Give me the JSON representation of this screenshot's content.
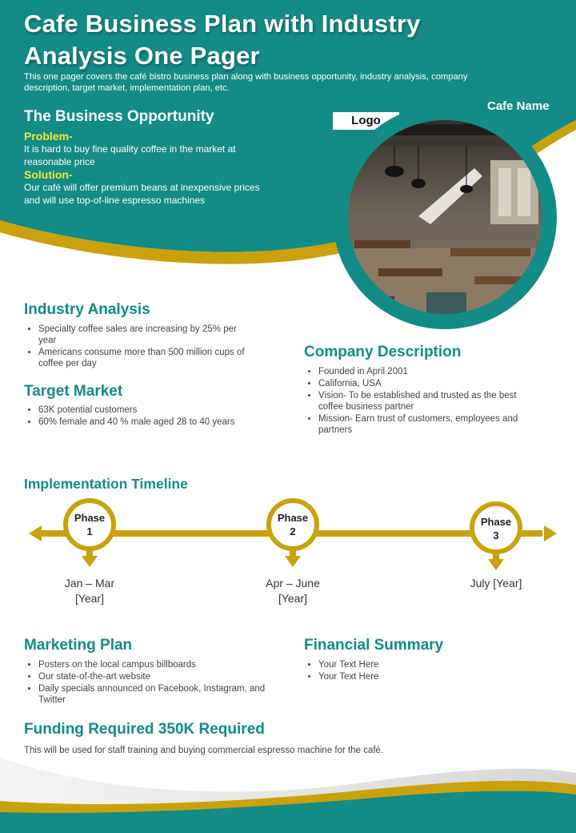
{
  "header": {
    "title_line1": "Cafe Business Plan with Industry",
    "title_line2": "Analysis One Pager",
    "subtitle_line1": "This one pager covers the café bistro business plan along with business opportunity, industry analysis, company",
    "subtitle_line2": "description, target market, implementation plan, etc."
  },
  "colors": {
    "teal": "#138b86",
    "gold": "#c9a10a",
    "yellow_label": "#f3e63a"
  },
  "opportunity": {
    "title": "The Business Opportunity",
    "problem_label": "Problem-",
    "problem_line1": "It is hard to buy fine quality coffee in the market at",
    "problem_line2": "reasonable price",
    "solution_label": "Solution-",
    "solution_line1": "Our café will offer premium beans at inexpensive prices",
    "solution_line2": "and will use top-of-line espresso machines"
  },
  "brand": {
    "cafe_name": "Cafe Name",
    "logo": "Logo",
    "photo_icon": "cafe-interior-photo"
  },
  "industry": {
    "title": "Industry Analysis",
    "items": [
      "Specialty coffee sales are increasing by 25% per year",
      "Americans consume more than 500 million cups of coffee per day"
    ]
  },
  "target": {
    "title": "Target Market",
    "items": [
      "63K potential customers",
      "60% female and 40 % male aged 28 to 40 years"
    ]
  },
  "company": {
    "title": "Company Description",
    "items": [
      "Founded in April 2001",
      "California, USA",
      "Vision- To be established and trusted as the best coffee business partner",
      "Mission- Earn trust of customers, employees and partners"
    ]
  },
  "timeline": {
    "title": "Implementation Timeline",
    "phases": [
      {
        "label_line1": "Phase",
        "label_line2": "1",
        "date_line1": "Jan – Mar",
        "date_line2": "[Year]"
      },
      {
        "label_line1": "Phase",
        "label_line2": "2",
        "date_line1": "Apr – June",
        "date_line2": "[Year]"
      },
      {
        "label_line1": "Phase",
        "label_line2": "3",
        "date_line1": "July [Year]",
        "date_line2": ""
      }
    ]
  },
  "marketing": {
    "title": "Marketing Plan",
    "items": [
      "Posters on the local campus billboards",
      "Our state-of-the-art website",
      "Daily specials announced on Facebook, Instagram, and Twitter"
    ]
  },
  "financial": {
    "title": "Financial Summary",
    "items": [
      "Your Text Here",
      "Your Text Here"
    ]
  },
  "funding": {
    "title": "Funding Required 350K Required",
    "text": "This will be used for staff training and buying commercial espresso machine for the café."
  }
}
